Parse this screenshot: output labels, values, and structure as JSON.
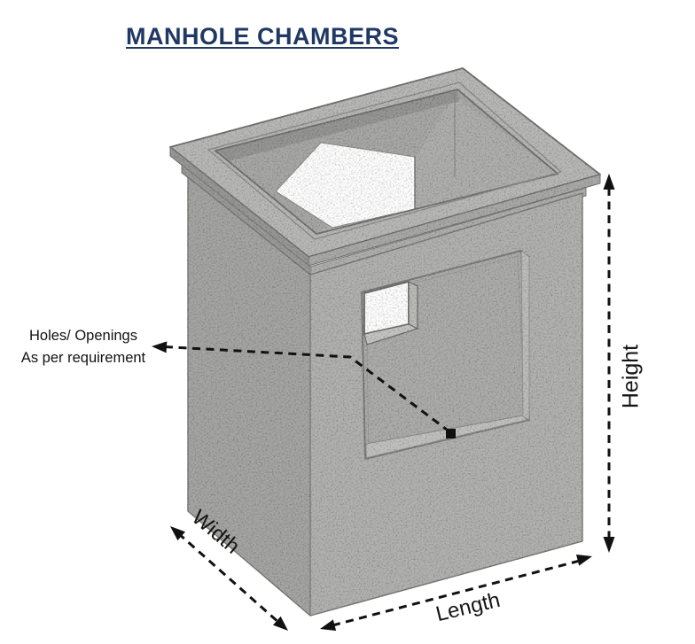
{
  "title": "MANHOLE CHAMBERS",
  "annotation": {
    "line1": "Holes/ Openings",
    "line2": "As per requirement"
  },
  "labels": {
    "width": "Width",
    "length": "Length",
    "height": "Height"
  },
  "colors": {
    "title_text": "#1f3864",
    "body_text": "#121212",
    "dimension_lines": "#111111",
    "concrete_rim_top": "#b9b9b7",
    "concrete_wall_left": "#a6a6a4",
    "concrete_wall_right": "#b2b2b0",
    "concrete_interior": "#a9a9a7",
    "edge_lines": "#737373",
    "opening_void": "#ffffff",
    "marker": "#000000"
  }
}
